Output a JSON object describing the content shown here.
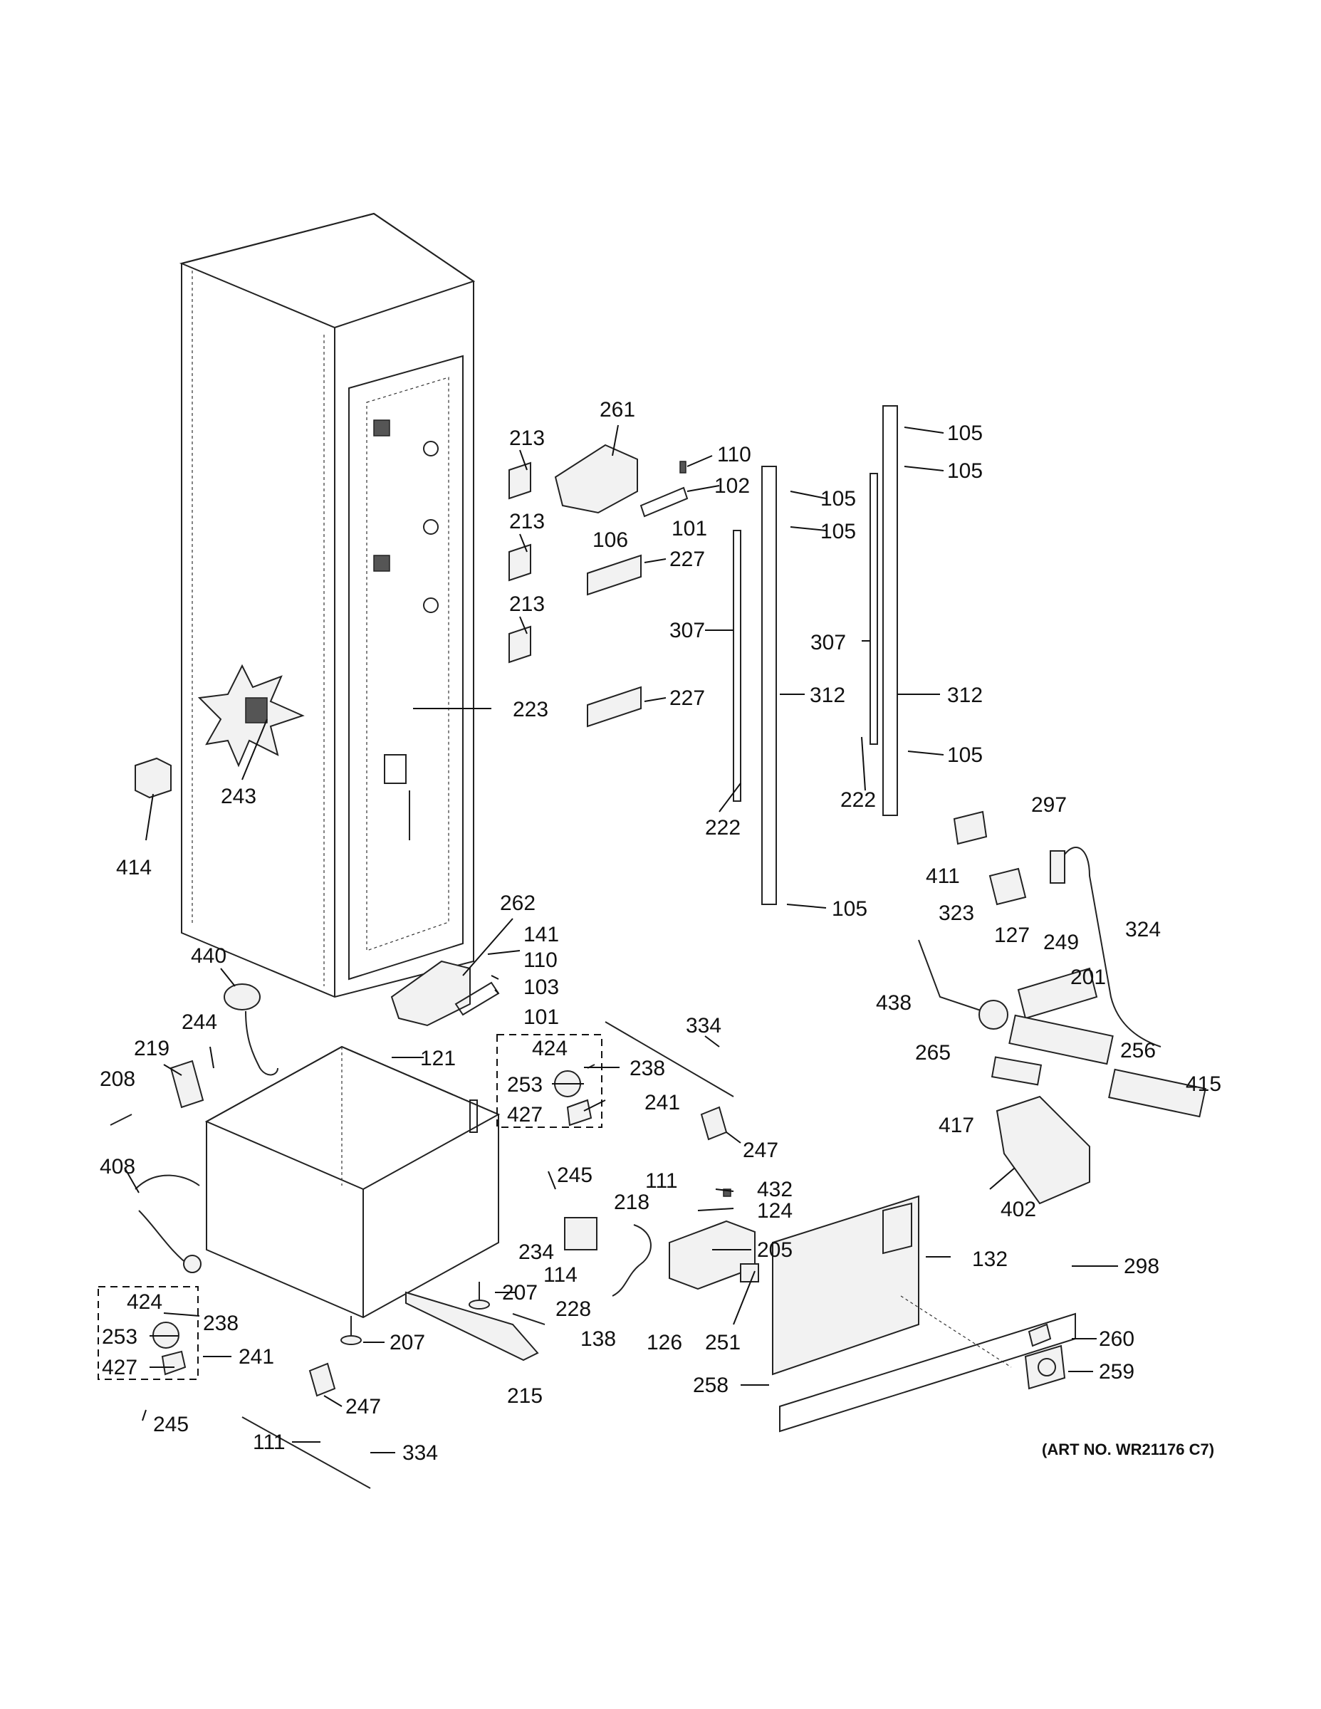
{
  "diagram": {
    "art_number": "(ART NO. WR21176 C7)",
    "callouts": [
      "261",
      "213",
      "110",
      "102",
      "106",
      "101",
      "105",
      "227",
      "307",
      "312",
      "223",
      "243",
      "414",
      "222",
      "411",
      "297",
      "323",
      "127",
      "249",
      "324",
      "262",
      "141",
      "103",
      "440",
      "201",
      "438",
      "265",
      "256",
      "415",
      "244",
      "219",
      "208",
      "121",
      "424",
      "253",
      "427",
      "238",
      "241",
      "334",
      "247",
      "417",
      "402",
      "408",
      "245",
      "111",
      "432",
      "124",
      "218",
      "234",
      "114",
      "205",
      "132",
      "298",
      "207",
      "126",
      "251",
      "228",
      "138",
      "260",
      "215",
      "259",
      "258"
    ]
  }
}
